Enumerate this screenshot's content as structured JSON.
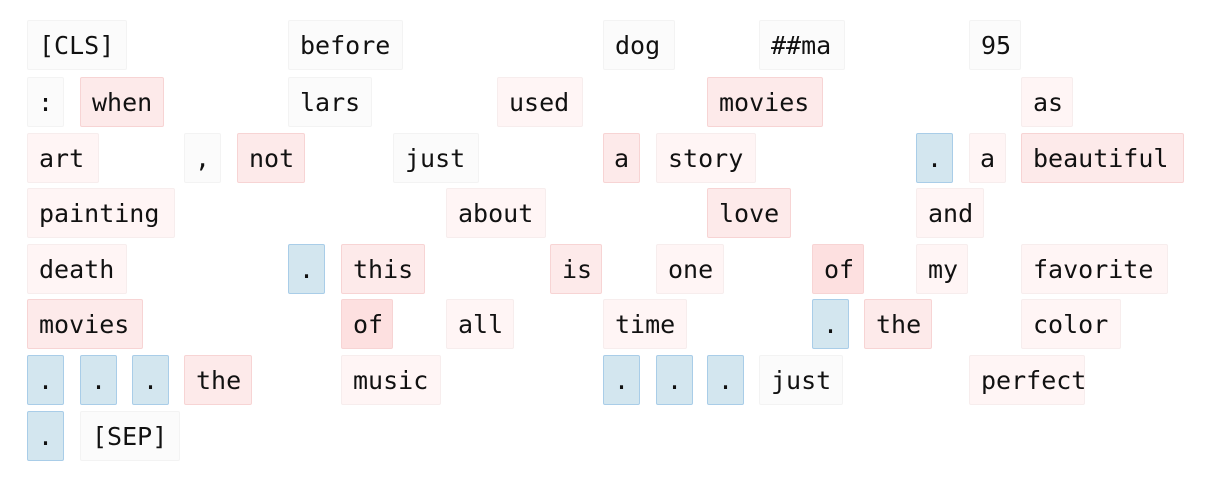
{
  "colors": {
    "neutral": "#fbfbfb",
    "pink_soft": "#fff5f5",
    "pink_mid": "#fdeaea",
    "pink_strong": "#fde0e0",
    "blue": "#d3e6ef",
    "blue_border": "#a9cde8",
    "pink_border": "#f7d4d4"
  },
  "tokens": [
    {
      "text": "[CLS]",
      "tone": "neutral"
    },
    {
      "text": "before",
      "tone": "neutral"
    },
    {
      "text": "dog",
      "tone": "neutral"
    },
    {
      "text": "##ma",
      "tone": "neutral"
    },
    {
      "text": "95",
      "tone": "neutral"
    },
    {
      "text": ":",
      "tone": "neutral"
    },
    {
      "text": "when",
      "tone": "pink_mid"
    },
    {
      "text": "lars",
      "tone": "neutral"
    },
    {
      "text": "used",
      "tone": "pink_soft"
    },
    {
      "text": "movies",
      "tone": "pink_mid"
    },
    {
      "text": "as",
      "tone": "pink_soft"
    },
    {
      "text": "art",
      "tone": "pink_soft"
    },
    {
      "text": ",",
      "tone": "neutral"
    },
    {
      "text": "not",
      "tone": "pink_mid"
    },
    {
      "text": "just",
      "tone": "neutral"
    },
    {
      "text": "a",
      "tone": "pink_mid"
    },
    {
      "text": "story",
      "tone": "pink_soft"
    },
    {
      "text": ".",
      "tone": "blue"
    },
    {
      "text": "a",
      "tone": "pink_soft"
    },
    {
      "text": "beautiful",
      "tone": "pink_mid"
    },
    {
      "text": "painting",
      "tone": "pink_soft"
    },
    {
      "text": "about",
      "tone": "pink_soft"
    },
    {
      "text": "love",
      "tone": "pink_mid"
    },
    {
      "text": "and",
      "tone": "pink_soft"
    },
    {
      "text": "death",
      "tone": "pink_soft"
    },
    {
      "text": ".",
      "tone": "blue"
    },
    {
      "text": "this",
      "tone": "pink_mid"
    },
    {
      "text": "is",
      "tone": "pink_mid"
    },
    {
      "text": "one",
      "tone": "pink_soft"
    },
    {
      "text": "of",
      "tone": "pink_strong"
    },
    {
      "text": "my",
      "tone": "pink_soft"
    },
    {
      "text": "favorite",
      "tone": "pink_soft"
    },
    {
      "text": "movies",
      "tone": "pink_mid"
    },
    {
      "text": "of",
      "tone": "pink_strong"
    },
    {
      "text": "all",
      "tone": "pink_soft"
    },
    {
      "text": "time",
      "tone": "pink_soft"
    },
    {
      "text": ".",
      "tone": "blue"
    },
    {
      "text": "the",
      "tone": "pink_mid"
    },
    {
      "text": "color",
      "tone": "pink_soft"
    },
    {
      "text": ".",
      "tone": "blue"
    },
    {
      "text": ".",
      "tone": "blue"
    },
    {
      "text": ".",
      "tone": "blue"
    },
    {
      "text": "the",
      "tone": "pink_mid"
    },
    {
      "text": "music",
      "tone": "pink_soft"
    },
    {
      "text": ".",
      "tone": "blue"
    },
    {
      "text": ".",
      "tone": "blue"
    },
    {
      "text": ".",
      "tone": "blue"
    },
    {
      "text": "just",
      "tone": "neutral"
    },
    {
      "text": "perfect",
      "tone": "pink_soft"
    },
    {
      "text": ".",
      "tone": "blue"
    },
    {
      "text": "[SEP]",
      "tone": "neutral"
    }
  ]
}
